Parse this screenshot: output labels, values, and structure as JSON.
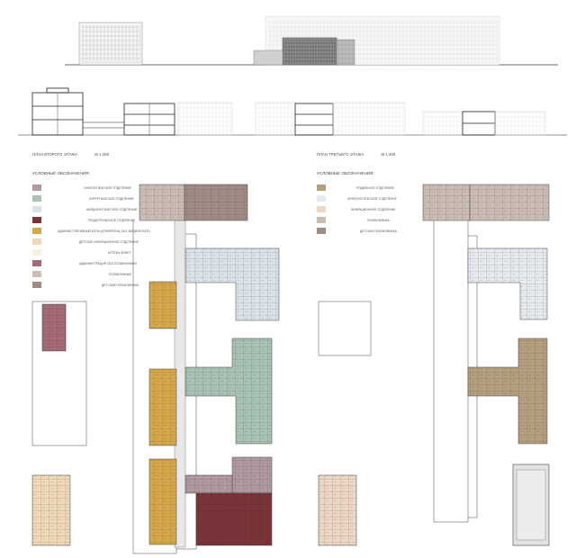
{
  "colors": {
    "oncology": "#b09aa0",
    "surgery": "#a8c2b4",
    "cardiology": "#d9e3e8",
    "pediatric": "#7a3438",
    "admin": "#d6a84c",
    "children_infectious": "#efd8b6",
    "pharmacy": "#f6f0e2",
    "admin_polyclinic": "#a56a76",
    "polyclinic": "#cbbcb6",
    "children_polyclinic": "#a08c86",
    "maternity": "#b5a07e",
    "neurology": "#e6e9ee",
    "infectious": "#ecd6c4"
  },
  "plan_left": {
    "title": "ПЛАН ВТОРОГО ЭТАЖА",
    "scale": "М 1:400",
    "legend_title": "УСЛОВНЫЕ ОБОЗНАЧЕНИЯ:",
    "legend": [
      {
        "label": "ОНКОЛОГИЧЕСКОЕ ОТДЕЛЕНИЕ",
        "color": "#b09aa0"
      },
      {
        "label": "ХИРУРГИЧЕСКОЕ ОТДЕЛЕНИЕ",
        "color": "#a8c2b4"
      },
      {
        "label": "КАРДИОЛОГИЧЕСКОЕ ОТДЕЛЕНИЕ",
        "color": "#d9e3e8"
      },
      {
        "label": "ПЕДИАТРИЧЕСКОЕ ОТДЕЛЕНИЕ",
        "color": "#7a3438"
      },
      {
        "label": "АДМИНИСТРАТИВНЫЙ БЛОК (КОНФЕРЕНЦ-ЗАЛ, МЕДИЧЕСКОЕ)",
        "color": "#d6a84c"
      },
      {
        "label": "ДЕТСКОЕ ИНФЕКЦИОННОЕ ОТДЕЛЕНИЕ",
        "color": "#efd8b6"
      },
      {
        "label": "АПТЕКА /БУФЕТ",
        "color": "#f6f0e2"
      },
      {
        "label": "АДМИНИСТРАЦИЯ ОБЛ.ПОЛИКЛИНИКИ",
        "color": "#a56a76"
      },
      {
        "label": "ПОЛИКЛИНИКА",
        "color": "#cbbcb6"
      },
      {
        "label": "ДЕТСКАЯ ПОЛИКЛИНИКА",
        "color": "#a08c86"
      }
    ]
  },
  "plan_right": {
    "title": "ПЛАН ТРЕТЬЕГО ЭТАЖА",
    "scale": "М 1:400",
    "legend_title": "УСЛОВНЫЕ ОБОЗНАЧЕНИЯ:",
    "legend": [
      {
        "label": "РОДИЛЬНОЕ ОТДЕЛЕНИЕ",
        "color": "#b5a07e"
      },
      {
        "label": "НЕВРОЛОГИЧЕСКОЕ ОТДЕЛЕНИЕ",
        "color": "#e6e9ee"
      },
      {
        "label": "ИНФЕКЦИОННОЕ ОТДЕЛЕНИЕ",
        "color": "#ecd6c4"
      },
      {
        "label": "ПОЛИКЛИНИКА",
        "color": "#cbbcb6"
      },
      {
        "label": "ДЕТСКАЯ ПОЛИКЛИНИКА",
        "color": "#a08c86"
      }
    ]
  }
}
